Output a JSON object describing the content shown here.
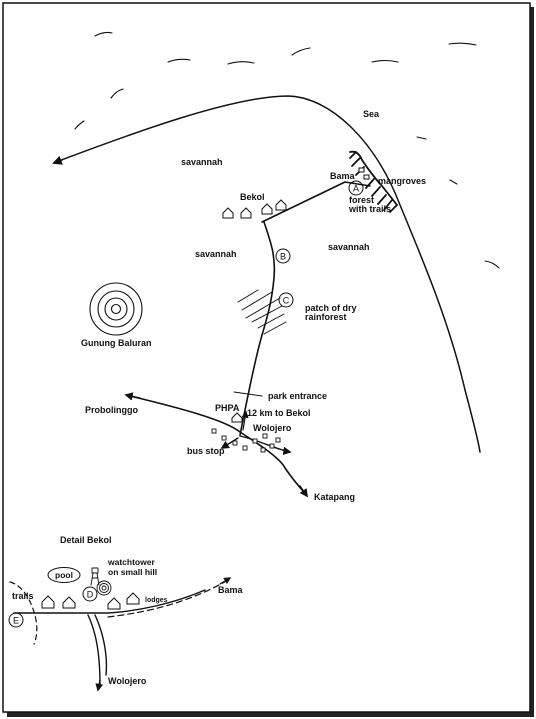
{
  "colors": {
    "ink": "#111111",
    "background": "#ffffff"
  },
  "labels": {
    "sea": "Sea",
    "savannah_top": "savannah",
    "savannah_left": "savannah",
    "savannah_right": "savannah",
    "bama": "Bama",
    "mangroves": "mangroves",
    "forest_line1": "forest",
    "forest_line2": "with trails",
    "bekol": "Bekol",
    "patch_line1": "patch of dry",
    "patch_line2": "rainforest",
    "gunung_baluran": "Gunung Baluran",
    "park_entrance": "park entrance",
    "phpa": "PHPA",
    "to_bekol": "12 km to Bekol",
    "probolinggo": "Probolinggo",
    "wolojero": "Wolojero",
    "bus_stop": "bus stop",
    "katapang": "Katapang"
  },
  "markers": {
    "a": "A",
    "b": "B",
    "c": "C",
    "d": "D",
    "e": "E"
  },
  "detail": {
    "title": "Detail Bekol",
    "watchtower_line1": "watchtower",
    "watchtower_line2": "on small hill",
    "pool": "pool",
    "lodges": "lodges",
    "bama": "Bama",
    "trails": "trails",
    "wolojero": "Wolojero"
  }
}
